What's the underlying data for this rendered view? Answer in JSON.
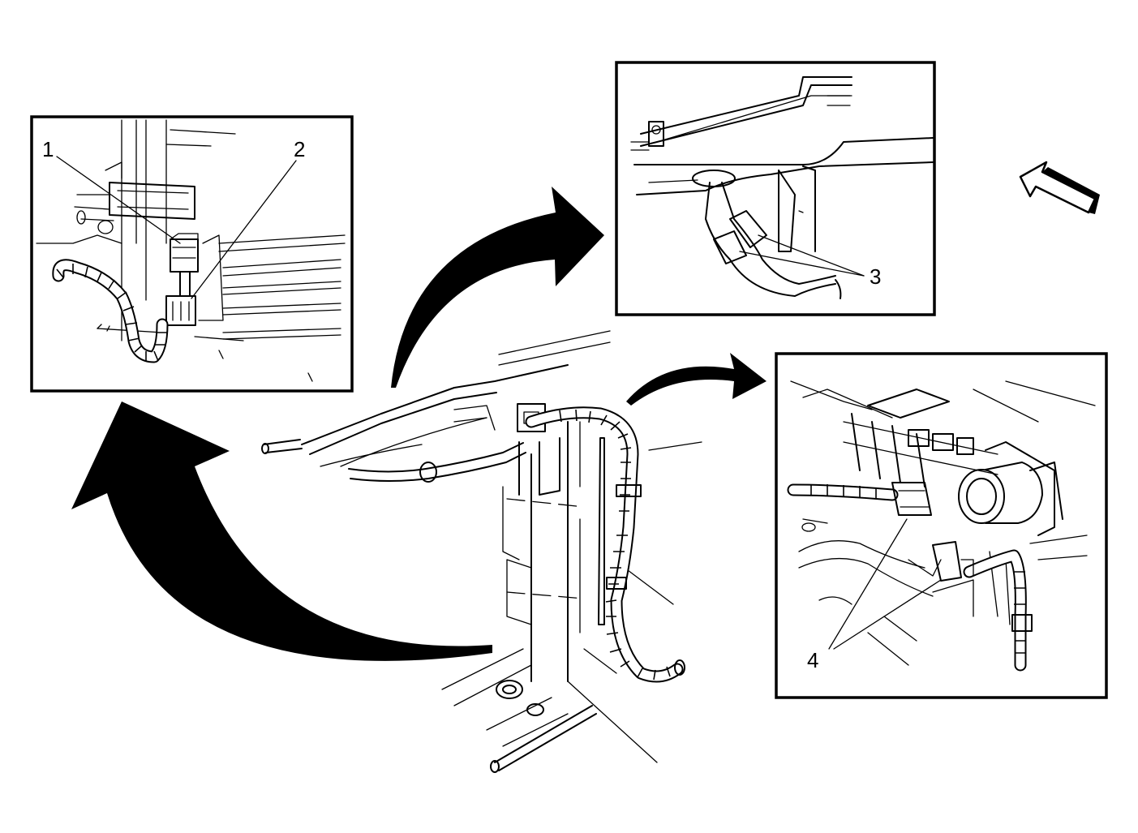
{
  "callouts": {
    "c1": "1",
    "c2": "2",
    "c3": "3",
    "c4": "4"
  },
  "icons": {
    "view_direction": "view-direction-arrow-icon"
  }
}
